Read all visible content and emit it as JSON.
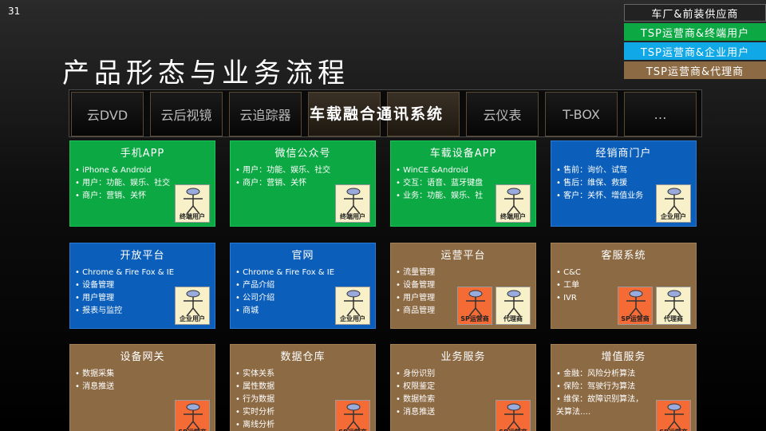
{
  "slide_number": "31",
  "title": "产品形态与业务流程",
  "legend": [
    {
      "label": "车厂&前装供应商",
      "bg": "#222222",
      "fg": "#ffffff"
    },
    {
      "label": "TSP运营商&终端用户",
      "bg": "#0ca843",
      "fg": "#ffffff"
    },
    {
      "label": "TSP运营商&企业用户",
      "bg": "#10a8e6",
      "fg": "#ffffff"
    },
    {
      "label": "TSP运营商&代理商",
      "bg": "#8c6a44",
      "fg": "#ffffff"
    }
  ],
  "strip": {
    "title": "车载融合通讯系统",
    "items": [
      "云DVD",
      "云后视镜",
      "云追踪器",
      "",
      "",
      "云仪表",
      "T-BOX",
      "…"
    ]
  },
  "cards": [
    {
      "title": "手机APP",
      "color": "green",
      "lines": [
        "• iPhone & Android",
        "• 用户：功能、娱乐、社交",
        "• 商户：营销、关怀"
      ],
      "actors": [
        {
          "label": "终端用户",
          "style": "cream"
        }
      ]
    },
    {
      "title": "微信公众号",
      "color": "green",
      "lines": [
        "• 用户：功能、娱乐、社交",
        "• 商户：营销、关怀"
      ],
      "actors": [
        {
          "label": "终端用户",
          "style": "cream"
        }
      ]
    },
    {
      "title": "车载设备APP",
      "color": "green",
      "lines": [
        "• WinCE &Android",
        "• 交互：语音、蓝牙键盘",
        "• 业务：功能、娱乐、社"
      ],
      "actors": [
        {
          "label": "终端用户",
          "style": "cream"
        }
      ]
    },
    {
      "title": "经销商门户",
      "color": "blue",
      "lines": [
        "• 售前：询价、试驾",
        "• 售后：维保、救援",
        "• 客户：关怀、增值业务"
      ],
      "actors": [
        {
          "label": "企业用户",
          "style": "cream"
        }
      ]
    },
    {
      "title": "开放平台",
      "color": "blue",
      "lines": [
        "• Chrome & Fire Fox & IE",
        "• 设备管理",
        "• 用户管理",
        "• 报表与监控"
      ],
      "actors": [
        {
          "label": "企业用户",
          "style": "cream"
        }
      ]
    },
    {
      "title": "官网",
      "color": "blue",
      "lines": [
        "• Chrome & Fire Fox & IE",
        "• 产品介绍",
        "• 公司介绍",
        "• 商城"
      ],
      "actors": [
        {
          "label": "企业用户",
          "style": "cream"
        }
      ]
    },
    {
      "title": "运营平台",
      "color": "brown",
      "lines": [
        "• 流量管理",
        "• 设备管理",
        "• 用户管理",
        "• 商品管理"
      ],
      "actors": [
        {
          "label": "SP运营商",
          "style": "orange"
        },
        {
          "label": "代理商",
          "style": "cream"
        }
      ]
    },
    {
      "title": "客服系统",
      "color": "brown",
      "lines": [
        "• C&C",
        "• 工单",
        "• IVR"
      ],
      "actors": [
        {
          "label": "SP运营商",
          "style": "orange"
        },
        {
          "label": "代理商",
          "style": "cream"
        }
      ]
    },
    {
      "title": "设备网关",
      "color": "brown",
      "lines": [
        "• 数据采集",
        "• 消息推送"
      ],
      "actors": [
        {
          "label": "SP运营商",
          "style": "orange"
        }
      ]
    },
    {
      "title": "数据仓库",
      "color": "brown",
      "lines": [
        "• 实体关系",
        "• 属性数据",
        "• 行为数据",
        "• 实时分析",
        "• 离线分析"
      ],
      "actors": [
        {
          "label": "SP运营商",
          "style": "orange"
        }
      ]
    },
    {
      "title": "业务服务",
      "color": "brown",
      "lines": [
        "• 身份识别",
        "• 权限鉴定",
        "• 数据检索",
        "• 消息推送"
      ],
      "actors": [
        {
          "label": "SP运营商",
          "style": "orange"
        }
      ]
    },
    {
      "title": "增值服务",
      "color": "brown",
      "lines": [
        "• 金融：风险分析算法",
        "• 保险：驾驶行为算法",
        "• 维保：故障识别算法，",
        "  关算法…."
      ],
      "actors": [
        {
          "label": "SP运营商",
          "style": "orange"
        }
      ]
    }
  ]
}
